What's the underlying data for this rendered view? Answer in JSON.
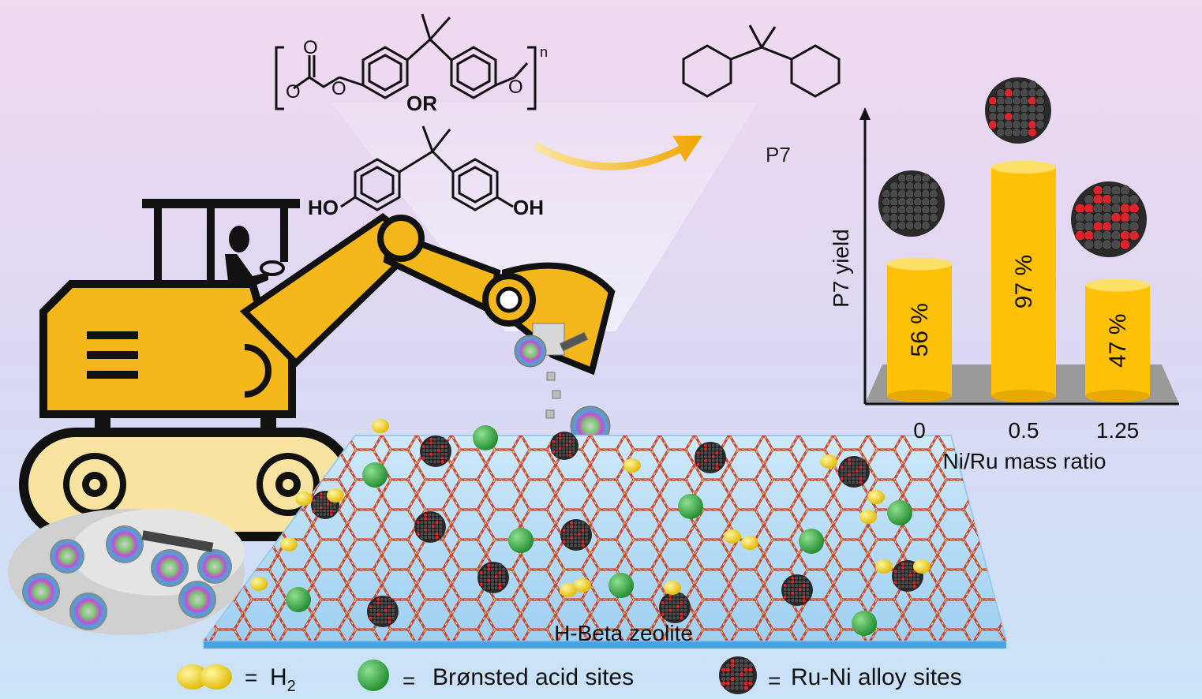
{
  "structures": {
    "polymer_or": "OR",
    "polymer_repeat": "n",
    "o_label": "O",
    "ho_label": "HO",
    "oh_label": "OH",
    "product_label": "P7"
  },
  "support_label": "H-Beta zeolite",
  "legend": {
    "h2_eq": "=",
    "h2_label": "H",
    "h2_sub": "2",
    "acid_eq": "=",
    "acid_label": "Brønsted acid sites",
    "alloy_eq": "=",
    "alloy_label": "Ru-Ni alloy sites"
  },
  "colors": {
    "bar": "#ffc107",
    "h2": "#f2d21a",
    "acid": "#3aa845",
    "alloy_dark": "#2a2a2a",
    "alloy_red": "#d9262c",
    "excavator": "#f5b81c"
  },
  "chart_data": {
    "type": "bar",
    "categories": [
      "0",
      "0.5",
      "1.25"
    ],
    "values": [
      56,
      97,
      47
    ],
    "value_labels": [
      "56 %",
      "97 %",
      "47 %"
    ],
    "xlabel": "Ni/Ru mass ratio",
    "ylabel": "P7 yield",
    "ylim": [
      0,
      100
    ],
    "grid": false
  }
}
